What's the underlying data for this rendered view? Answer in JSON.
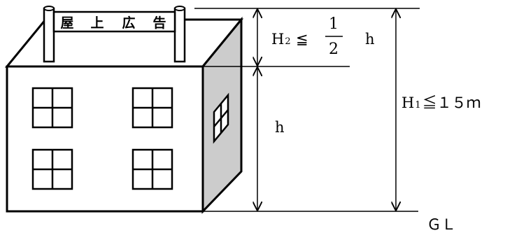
{
  "sign": {
    "chars": [
      "屋",
      "上",
      "広",
      "告"
    ]
  },
  "dimensions": {
    "h2_main": "H",
    "h2_sub": "2",
    "h2_rel": "≦",
    "h2_num": "1",
    "h2_den": "2",
    "h2_h": "h",
    "h_label": "h",
    "h1_main": "H",
    "h1_sub": "1",
    "h1_rest": "≦１５ｍ"
  },
  "ground": {
    "label": "ＧＬ"
  },
  "colors": {
    "side_face": "#cccccc",
    "line": "#000000",
    "background": "#ffffff"
  }
}
